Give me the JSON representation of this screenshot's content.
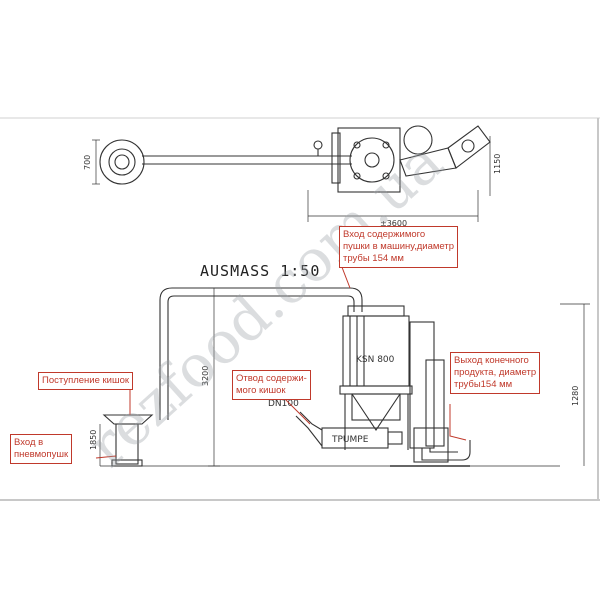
{
  "diagram": {
    "title": "AUSMASS 1:50",
    "labels": {
      "ksn": "KSN 800",
      "pump": "TPUMPE",
      "dn": "DN100"
    },
    "dimensions": {
      "top_height_left": "700",
      "top_width": "±3600",
      "top_height_right": "1150",
      "height_main": "3200",
      "height_right": "1280",
      "height_small": "1850"
    },
    "annotations": {
      "inlet_machine": [
        "Вход содержимого",
        "пушки в машину,диаметр",
        "трубы 154 мм"
      ],
      "outlet_product": [
        "Выход конечного",
        "продукта, диаметр",
        "трубы154 мм"
      ],
      "intestine_supply": [
        "Поступление кишок"
      ],
      "inlet_pneumogun": [
        "Вход в",
        "пневмопушк"
      ],
      "intestine_drain": [
        "Отвод содержи-",
        "мого кишок"
      ]
    },
    "colors": {
      "annotation_red": "#c0392b",
      "line": "#333333"
    },
    "watermark": "rezfood.com.ua"
  }
}
